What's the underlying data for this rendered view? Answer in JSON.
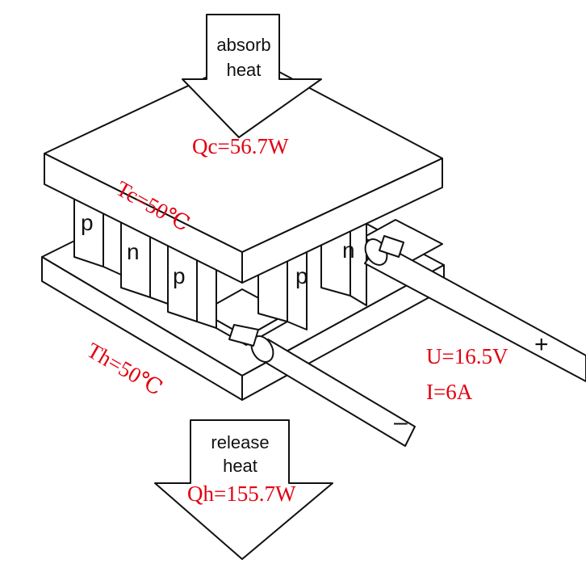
{
  "diagram": {
    "absorb_label": [
      "absorb",
      "heat"
    ],
    "release_label": [
      "release",
      "heat"
    ],
    "qc": "Qc=56.7W",
    "qh": "Qh=155.7W",
    "tc": "Tc=50℃",
    "th": "Th=50℃",
    "voltage": "U=16.5V",
    "current": "I=6A",
    "plus": "+",
    "minus": "–",
    "legs": [
      "p",
      "n",
      "p",
      "p",
      "n"
    ],
    "colors": {
      "annotation": "#e3000f",
      "line": "#111111",
      "fill": "#ffffff"
    }
  }
}
